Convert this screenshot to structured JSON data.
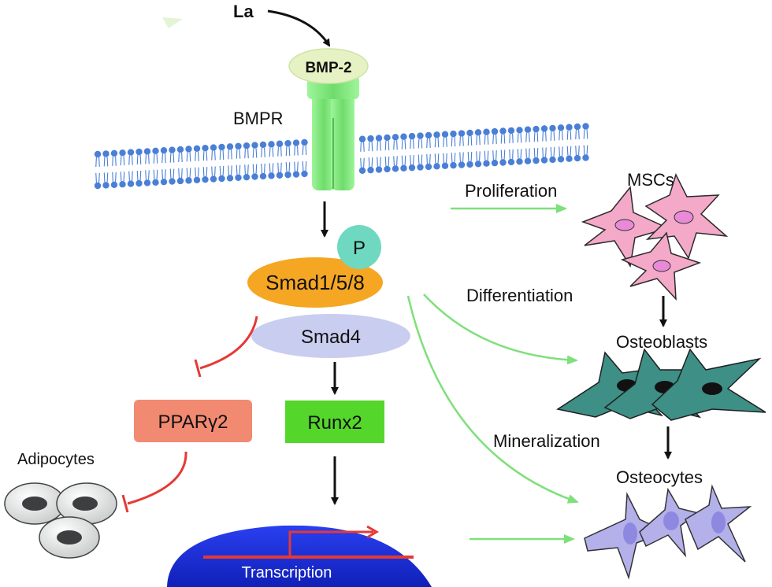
{
  "labels": {
    "ligand": "La",
    "bmp2": "BMP-2",
    "receptor": "BMPR",
    "phospho": "P",
    "smad158": "Smad1/5/8",
    "smad4": "Smad4",
    "ppar": "PPARγ2",
    "runx2": "Runx2",
    "transcription": "Transcription",
    "adipocytes": "Adipocytes",
    "proliferation": "Proliferation",
    "msc": "MSCs",
    "differentiation": "Differentiation",
    "osteoblasts": "Osteoblasts",
    "mineralization": "Mineralization",
    "osteocytes": "Osteocytes"
  },
  "colors": {
    "membrane": "#4a7fd6",
    "receptor": "#7ee07a",
    "bmp2": "#e6f2c4",
    "phospho": "#6fd8c0",
    "smad158": "#f5a623",
    "smad4": "#c9cdef",
    "ppar": "#f28a72",
    "runx2": "#55d62a",
    "nucleus": "#1a2fd6",
    "inhibit": "#e53935",
    "activate": "#7ee07a",
    "msc": "#f4a9c9",
    "osteoblast": "#3e8f86",
    "osteocyte": "#b4b0ea"
  }
}
